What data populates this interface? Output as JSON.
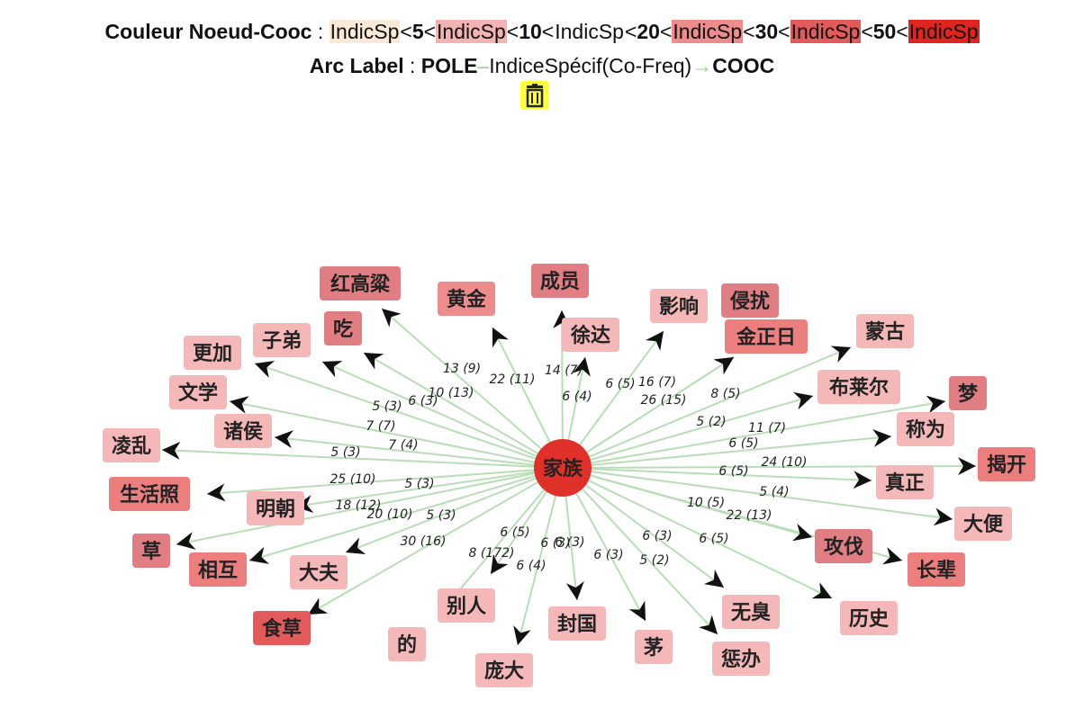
{
  "legend": {
    "title": "Couleur Noeud-Cooc",
    "sep": " : ",
    "bins": [
      {
        "label": "IndicSp",
        "color": "#fbe9d7"
      },
      {
        "label": "IndicSp",
        "color": "#f2b3b3"
      },
      {
        "label": "IndicSp",
        "color": "#ffffff"
      },
      {
        "label": "IndicSp",
        "color": "#ec8c8c"
      },
      {
        "label": "IndicSp",
        "color": "#e35a5a"
      },
      {
        "label": "IndicSp",
        "color": "#e0251f"
      }
    ],
    "lt": "<",
    "thresholds": [
      "5",
      "10",
      "20",
      "30",
      "50"
    ]
  },
  "arc_legend": {
    "title": "Arc Label",
    "sep": " : ",
    "pole": "POLE",
    "dash": "–",
    "mid": "IndiceSpécif(Co-Freq)",
    "arrow": "→",
    "cooc": "COOC"
  },
  "trash_icon": "trash-icon",
  "graph": {
    "center": {
      "label": "家族",
      "color": "#e0302a"
    },
    "nodes": [
      {
        "label": "红高粱",
        "color": "#e07e84",
        "edge": ""
      },
      {
        "label": "黄金",
        "color": "#ec8c8c",
        "edge": "22 (11)"
      },
      {
        "label": "成员",
        "color": "#e07e84",
        "edge": ""
      },
      {
        "label": "徐达",
        "color": "#f4b8b8",
        "edge": "6 (4)"
      },
      {
        "label": "影响",
        "color": "#f4b8b8",
        "edge": "6 (5)"
      },
      {
        "label": "侵扰",
        "color": "#e07e84",
        "edge": ""
      },
      {
        "label": "金正日",
        "color": "#ec7e7e",
        "edge": "26 (15)"
      },
      {
        "label": "蒙古",
        "color": "#f4b8b8",
        "edge": "8 (5)"
      },
      {
        "label": "布莱尔",
        "color": "#f4b8b8",
        "edge": "5 (2)"
      },
      {
        "label": "梦",
        "color": "#e07e84",
        "edge": ""
      },
      {
        "label": "称为",
        "color": "#f4b8b8",
        "edge": "11 (7)"
      },
      {
        "label": "揭开",
        "color": "#ec7e7e",
        "edge": "24 (10)"
      },
      {
        "label": "真正",
        "color": "#f4b8b8",
        "edge": "6 (5)"
      },
      {
        "label": "大便",
        "color": "#f4b8b8",
        "edge": "5 (4)"
      },
      {
        "label": "攻伐",
        "color": "#e07e84",
        "edge": "22 (13)"
      },
      {
        "label": "长辈",
        "color": "#ec7e7e",
        "edge": ""
      },
      {
        "label": "历史",
        "color": "#f4b8b8",
        "edge": "6 (5)"
      },
      {
        "label": "无臭",
        "color": "#f4b8b8",
        "edge": "6 (3)"
      },
      {
        "label": "惩办",
        "color": "#f4b8b8",
        "edge": "5 (2)"
      },
      {
        "label": "茅",
        "color": "#f4b8b8",
        "edge": "6 (3)"
      },
      {
        "label": "封国",
        "color": "#f4b8b8",
        "edge": "6 (3)"
      },
      {
        "label": "庞大",
        "color": "#f4b8b8",
        "edge": "6 (4)"
      },
      {
        "label": "的",
        "color": "#f4b8b8",
        "edge": "8 (172)"
      },
      {
        "label": "别人",
        "color": "#f4b8b8",
        "edge": "6 (5)"
      },
      {
        "label": "食草",
        "color": "#e35a5a",
        "edge": "30 (16)"
      },
      {
        "label": "大夫",
        "color": "#f4b8b8",
        "edge": "5 (3)"
      },
      {
        "label": "相互",
        "color": "#ec7e7e",
        "edge": "20 (10)"
      },
      {
        "label": "草",
        "color": "#e07e84",
        "edge": ""
      },
      {
        "label": "明朝",
        "color": "#f4b8b8",
        "edge": "5 (3)"
      },
      {
        "label": "生活照",
        "color": "#ec7e7e",
        "edge": "25 (10)"
      },
      {
        "label": "凌乱",
        "color": "#f4b8b8",
        "edge": "5 (3)"
      },
      {
        "label": "诸侯",
        "color": "#f4b8b8",
        "edge": "7 (4)"
      },
      {
        "label": "文学",
        "color": "#f4b8b8",
        "edge": "7 (7)"
      },
      {
        "label": "更加",
        "color": "#f4b8b8",
        "edge": "5 (3)"
      },
      {
        "label": "子弟",
        "color": "#f4b8b8",
        "edge": "6 (3)"
      },
      {
        "label": "吃",
        "color": "#e07e84",
        "edge": "10 (13)"
      }
    ],
    "extra_labels": [
      "13 (9)",
      "14 (7)",
      "16 (7)",
      "18 (12)",
      "10 (5)",
      "6 (5)",
      "6 (3)"
    ]
  }
}
